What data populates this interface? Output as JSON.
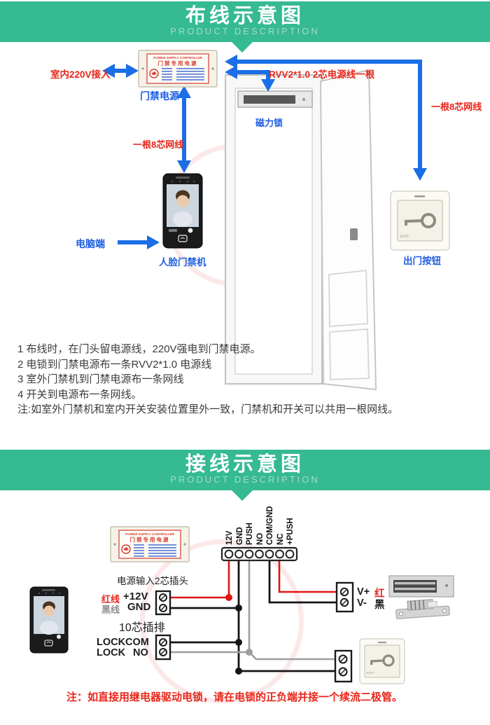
{
  "section1": {
    "banner": {
      "title": "布线示意图",
      "subtitle": "PRODUCT DESCRIPTION"
    },
    "labels": {
      "indoor_power": "室内220V接入",
      "power_supply": "门禁电源",
      "power_cable": "RVV2*1.0 2芯电源线一根",
      "net_cable_left": "一根8芯网线",
      "net_cable_right": "一根8芯网线",
      "maglock": "磁力锁",
      "pc": "电脑端",
      "face_device": "人脸门禁机",
      "exit_button": "出门按钮"
    },
    "notes": [
      "1  布线时，在门头留电源线，220V强电到门禁电源。",
      "2 电锁到门禁电源布一条RVV2*1.0 电源线",
      "3 室外门禁机到门禁电源布一条网线",
      "4 开关到电源布一条网线。",
      "注:如室外门禁机和室内开关安装位置里外一致，门禁机和开关可以共用一根网线。"
    ]
  },
  "section2": {
    "banner": {
      "title": "接线示意图",
      "subtitle": "PRODUCT DESCRIPTION"
    },
    "terminal_labels": [
      "12V",
      "GND",
      "PUSH",
      "NO",
      "COM/GND",
      "NC",
      "+PUSH"
    ],
    "labels": {
      "power_plug": "电源输入2芯插头",
      "red_wire": "红线",
      "plus12v": "+12V",
      "black_wire": "黑线",
      "gnd": "GND",
      "pin_strip": "10芯插排",
      "lock_a": "LOCK",
      "com": "COM",
      "lock_b": "LOCK",
      "no": "NO",
      "vplus": "V+",
      "red_char": "红",
      "vminus": "V-",
      "black_char": "黑"
    },
    "note": "注：如直接用继电器驱动电锁，请在电锁的正负端并接一个续流二极管。"
  },
  "device": {
    "psu_title1": "POWER SUPPLY CONTROLLER",
    "psu_title2": "门禁专用电源",
    "exit_text": "EXIT"
  },
  "colors": {
    "banner_green": "#35ba92",
    "wire_blue": "#1b6ee5",
    "label_red": "#e8271b",
    "label_blue": "#1d5de0",
    "wire_red": "#e01512",
    "wire_black": "#151515",
    "wire_gray": "#9e9e9e"
  }
}
